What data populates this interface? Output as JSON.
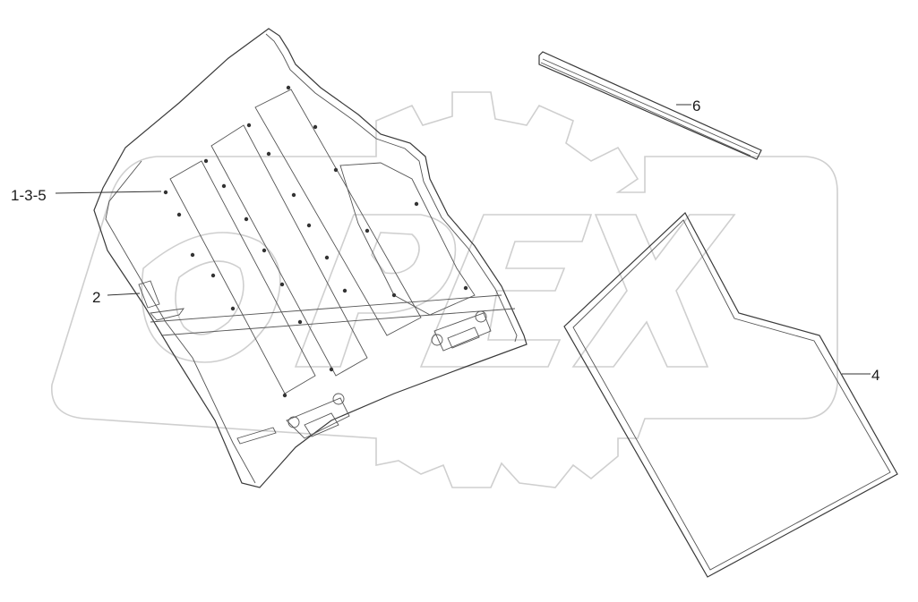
{
  "diagram": {
    "watermark_text": "OPEX",
    "callouts": [
      {
        "id": "1-3-5",
        "label": "1-3-5"
      },
      {
        "id": "2",
        "label": "2"
      },
      {
        "id": "4",
        "label": "4"
      },
      {
        "id": "6",
        "label": "6"
      }
    ]
  }
}
